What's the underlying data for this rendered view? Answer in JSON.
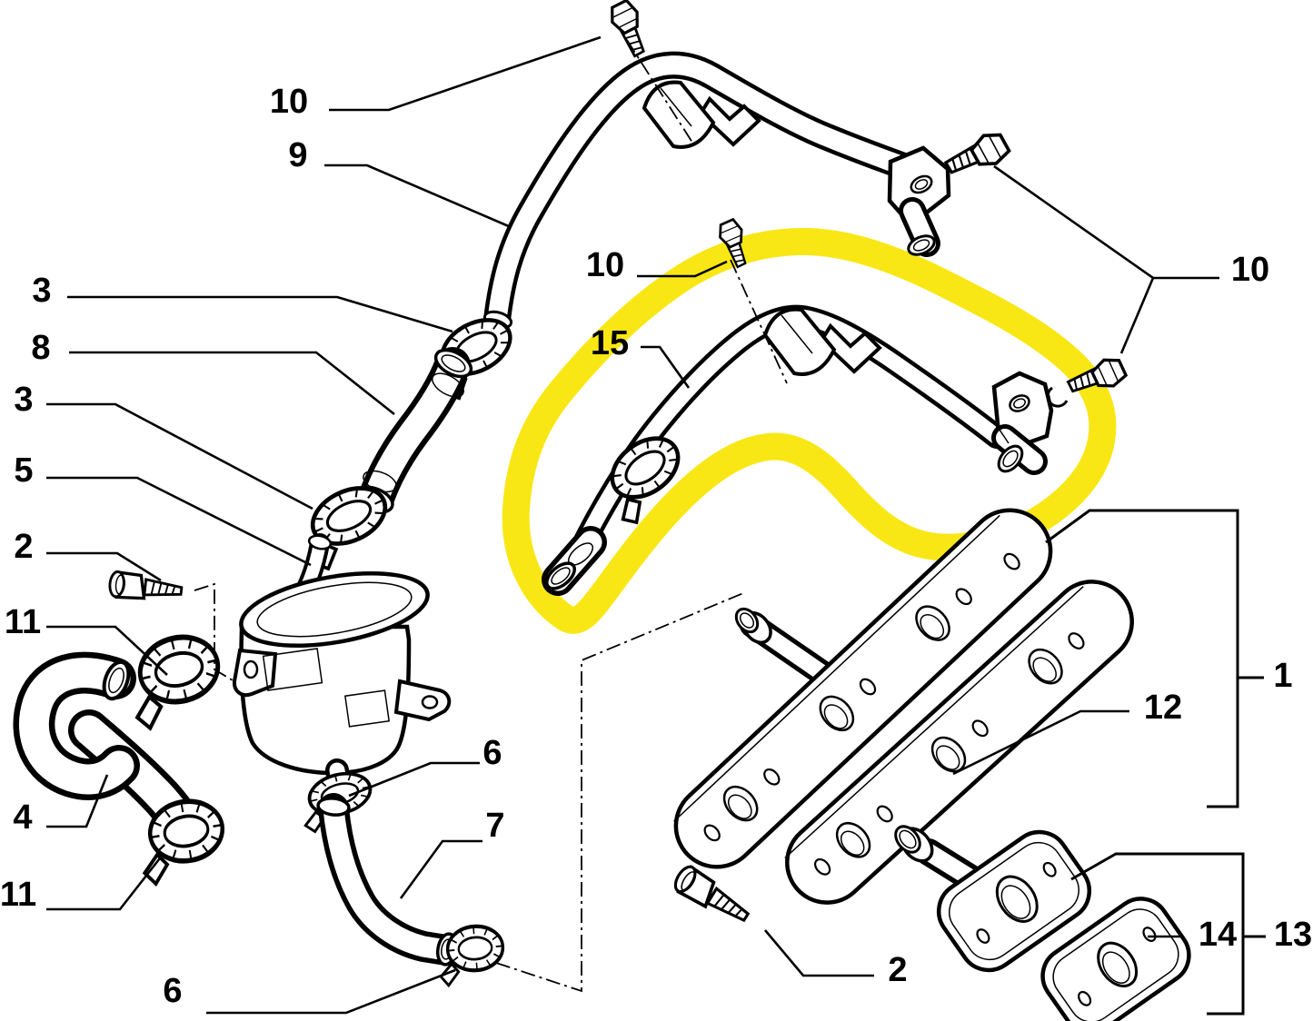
{
  "diagram": {
    "background": "#ffffff",
    "line_color": "#000000",
    "highlight_color": "#f9e715",
    "highlighted_part": "15",
    "description": "Exploded technical parts diagram of engine breather hoses, oil separator canister, clamps, bolts and cooler gasket plates; the central pipe assembly (part 15) is circled with a yellow marker loop."
  },
  "callouts": [
    {
      "id": "c10-top-left",
      "text": "10"
    },
    {
      "id": "c9",
      "text": "9"
    },
    {
      "id": "c3-upper",
      "text": "3"
    },
    {
      "id": "c8",
      "text": "8"
    },
    {
      "id": "c3-lower",
      "text": "3"
    },
    {
      "id": "c5",
      "text": "5"
    },
    {
      "id": "c2-left",
      "text": "2"
    },
    {
      "id": "c11-upper",
      "text": "11"
    },
    {
      "id": "c4",
      "text": "4"
    },
    {
      "id": "c11-lower",
      "text": "11"
    },
    {
      "id": "c6-mid",
      "text": "6"
    },
    {
      "id": "c7",
      "text": "7"
    },
    {
      "id": "c6-bottom",
      "text": "6"
    },
    {
      "id": "c10-mid",
      "text": "10"
    },
    {
      "id": "c15",
      "text": "15"
    },
    {
      "id": "c10-right",
      "text": "10"
    },
    {
      "id": "c1",
      "text": "1"
    },
    {
      "id": "c12",
      "text": "12"
    },
    {
      "id": "c2-bottom",
      "text": "2"
    },
    {
      "id": "c14",
      "text": "14"
    },
    {
      "id": "c13",
      "text": "13"
    }
  ]
}
